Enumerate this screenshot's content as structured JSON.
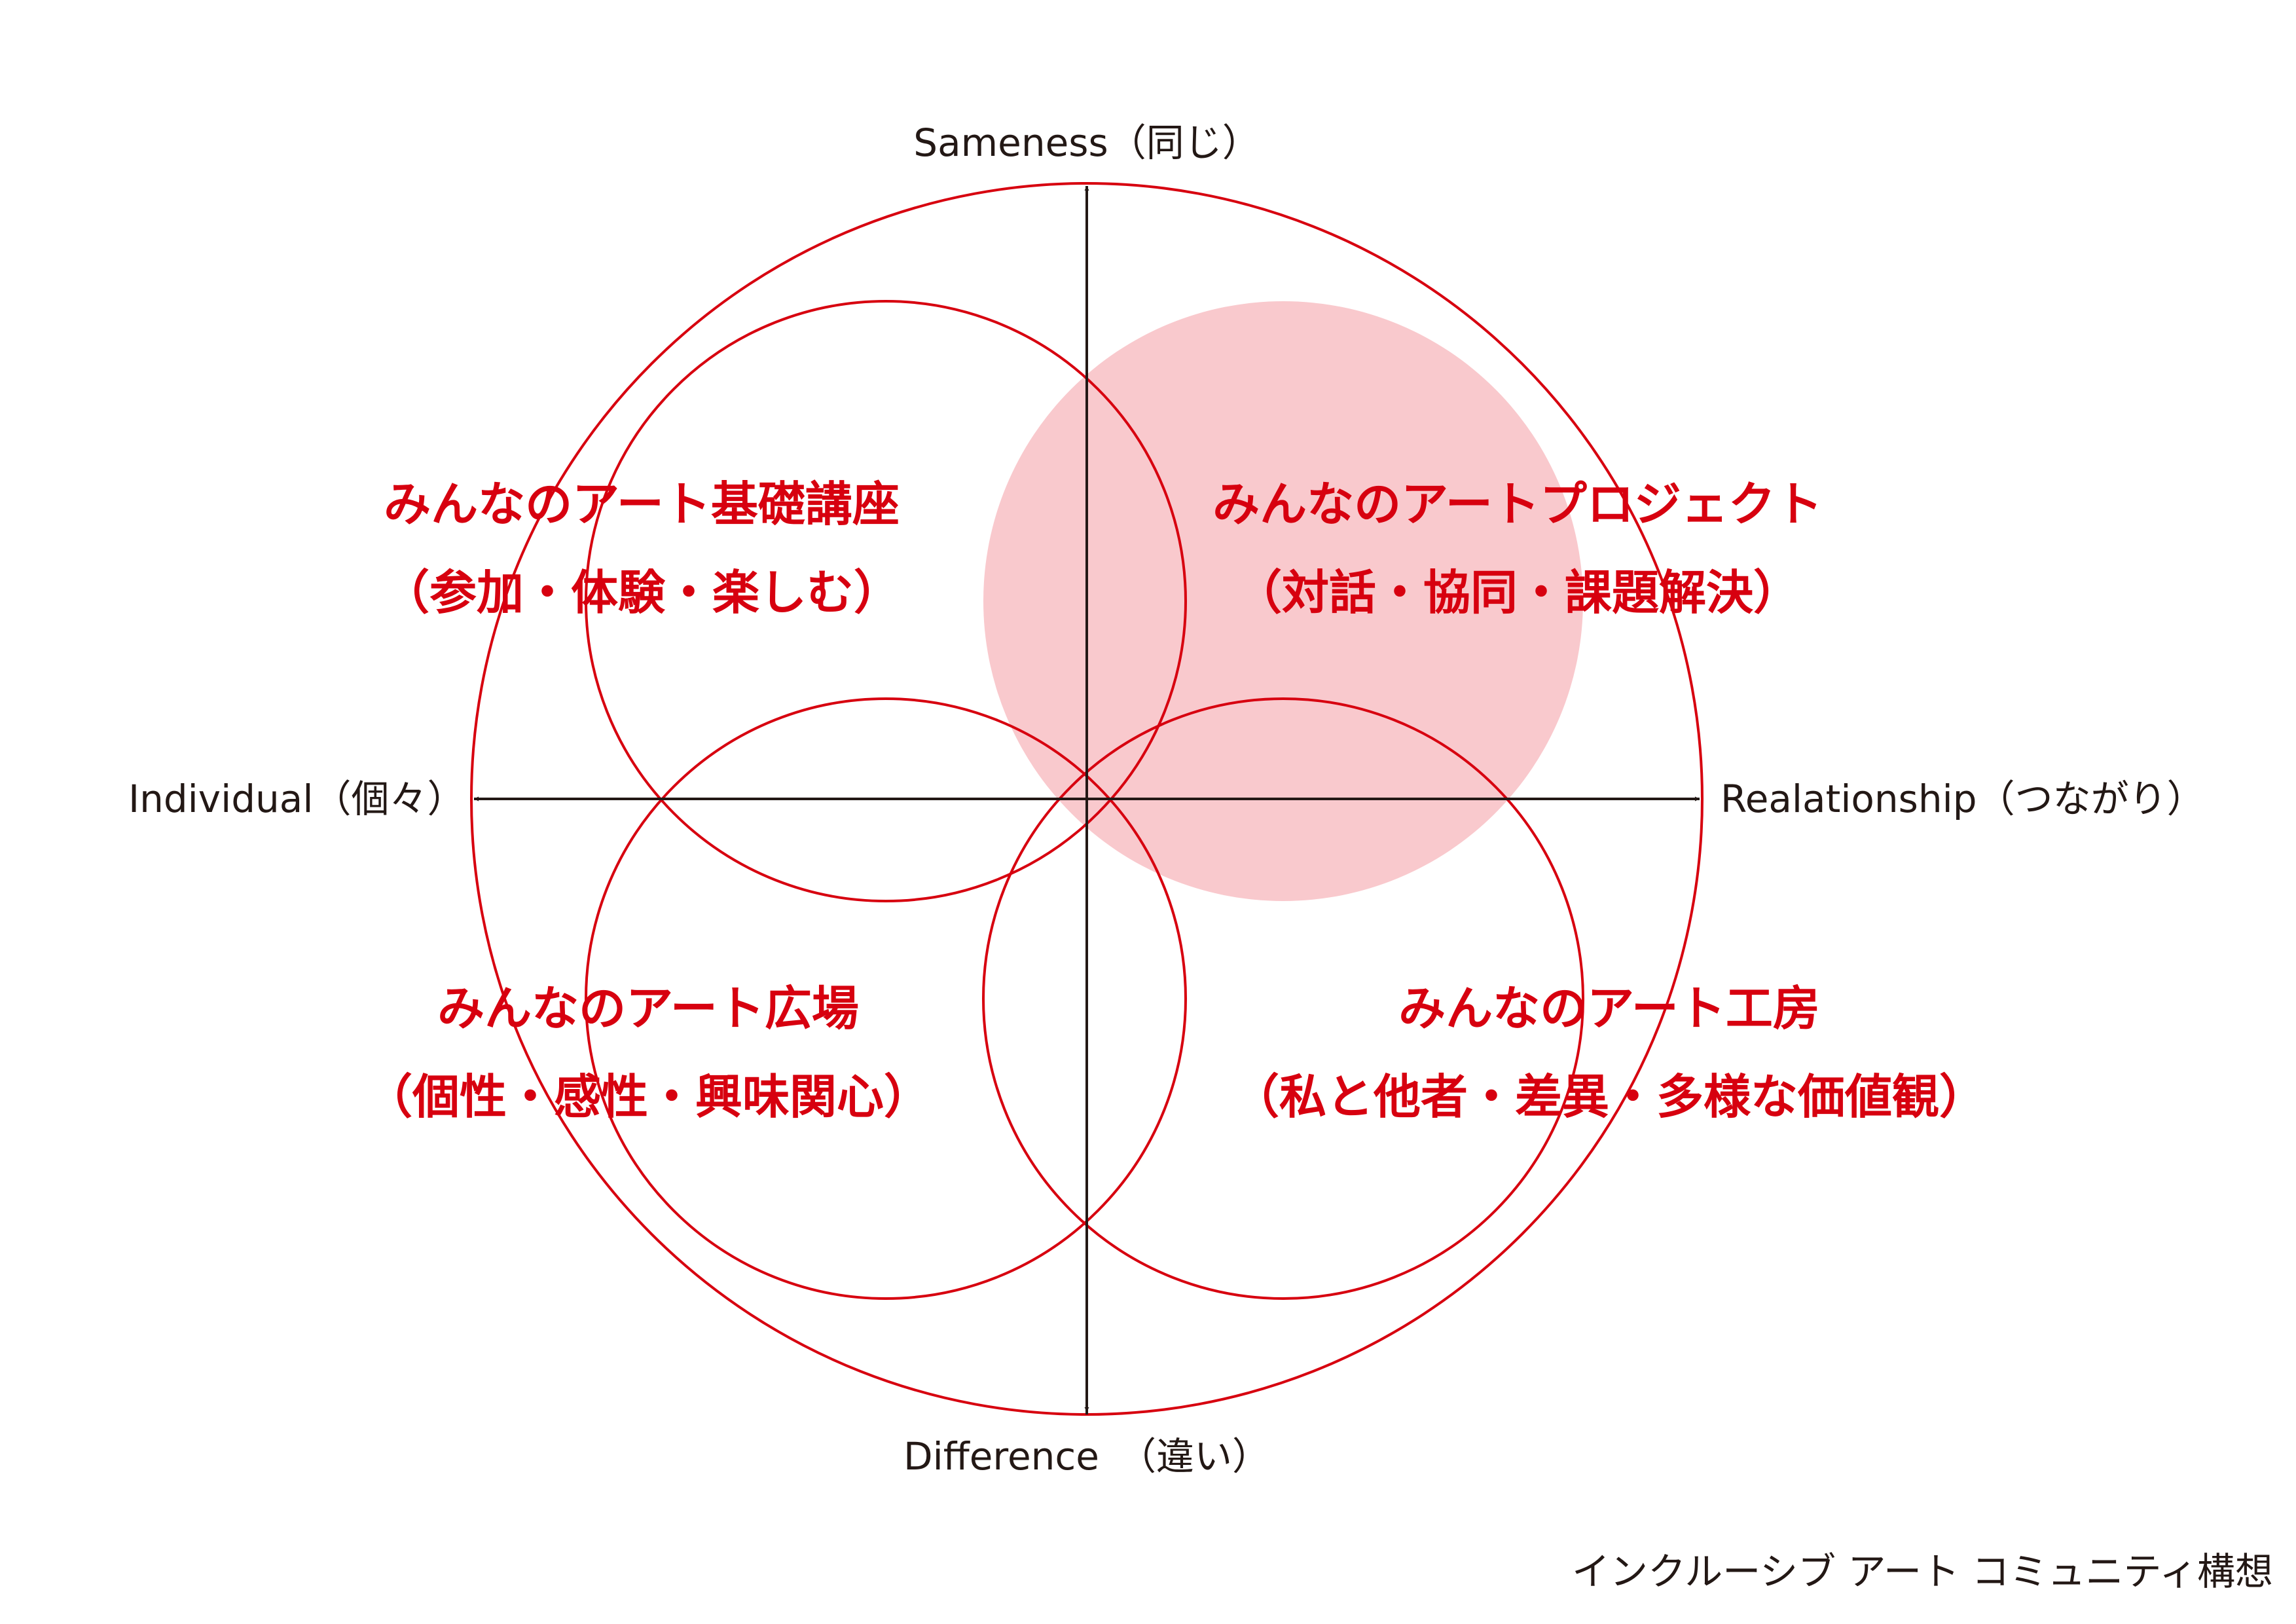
{
  "colors": {
    "red": "#d7000f",
    "pink": "#f9c9cd",
    "axis": "#231815"
  },
  "axes": {
    "top": "Sameness（同じ）",
    "bottom": "Difference　（違い）",
    "left": "Individual（個々）",
    "right": "Realationship（つながり）"
  },
  "quadrants": {
    "top_left": {
      "title": "みんなのアート基礎講座",
      "subtitle": "（参加・体験・楽しむ）"
    },
    "top_right": {
      "title": "みんなのアートプロジェクト",
      "subtitle": "（対話・協同・課題解決）",
      "highlighted": true
    },
    "bottom_left": {
      "title": "みんなのアート広場",
      "subtitle": "（個性・感性・興味関心）"
    },
    "bottom_right": {
      "title": "みんなのアート工房",
      "subtitle": "（私と他者・差異・多様な価値観）"
    }
  },
  "footer": {
    "title": "インクルーシブ アート コミュニティ構想"
  }
}
